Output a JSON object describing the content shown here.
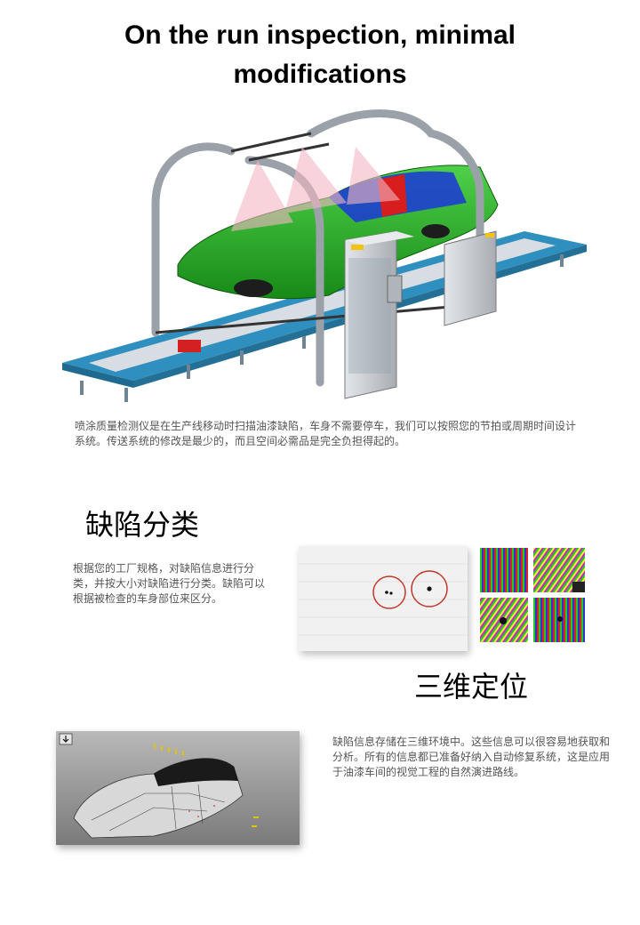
{
  "title_line1": "On the run inspection, minimal",
  "title_line2": "modifications",
  "intro_text": "喷涂质量检测仪是在生产线移动时扫描油漆缺陷，车身不需要停车，我们可以按照您的节拍或周期时间设计系统。传送系统的修改是最少的，而且空间必需品是完全负担得起的。",
  "section_defect": {
    "heading": "缺陷分类",
    "text": "根据您的工厂规格，对缺陷信息进行分类，并按大小对缺陷进行分类。缺陷可以根据被检查的车身部位来区分。"
  },
  "section_3d": {
    "heading": "三维定位",
    "text": "缺陷信息存储在三维环境中。这些信息可以很容易地获取和分析。所有的信息都已准备好纳入自动修复系统，这是应用于油漆车间的视觉工程的自然演进路线。"
  },
  "colors": {
    "car_body": "#22b020",
    "arch": "#9aa1a8",
    "conveyor": "#2f8fbf",
    "cabinet": "#c9ccd0",
    "defect_circle": "#c0392b"
  },
  "icons": {
    "viewer_download": "download-icon"
  }
}
